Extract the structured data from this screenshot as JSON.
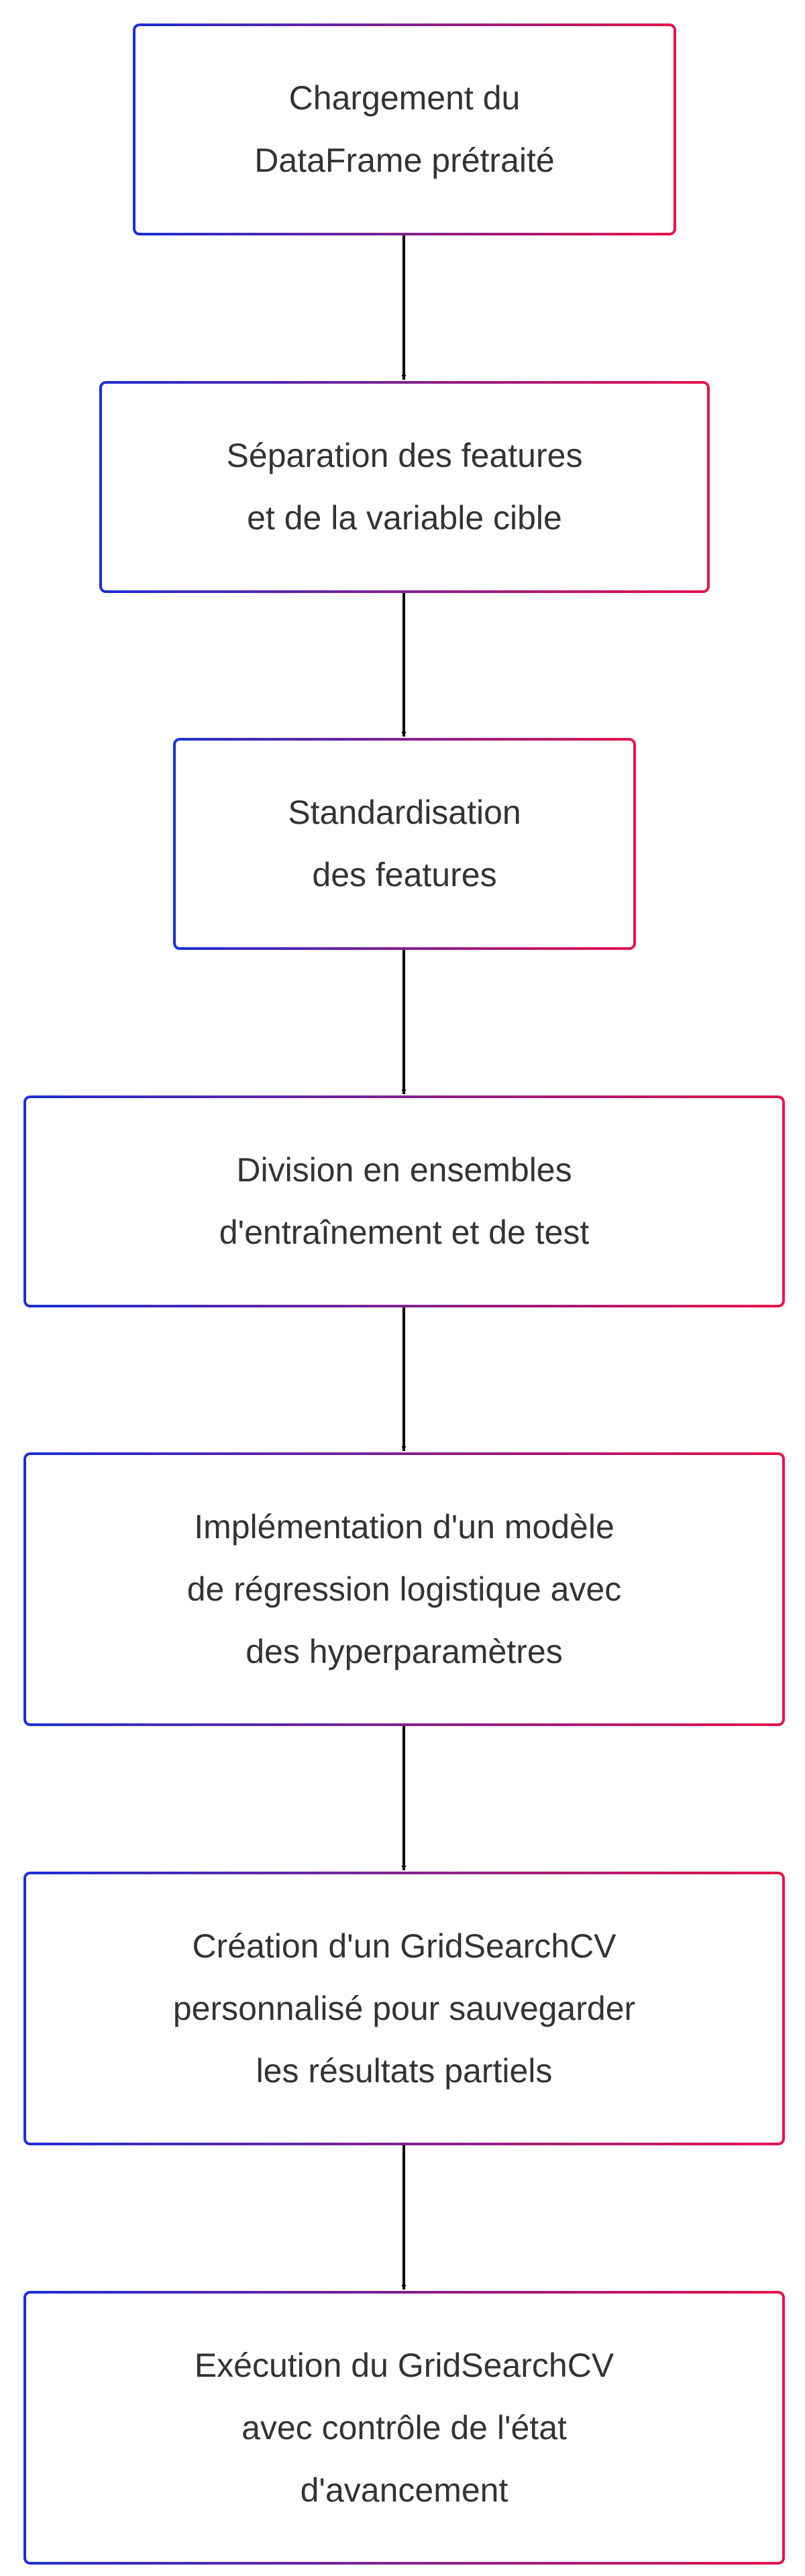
{
  "diagram": {
    "colors": {
      "node_border_start": "#1b2fd6",
      "node_border_end": "#e8124a",
      "edge": "#000000",
      "text": "#333333",
      "node_fill": "#ffffff"
    },
    "nodes": [
      {
        "label": "Chargement du\nDataFrame prétraité"
      },
      {
        "label": "Séparation des features\net de la variable cible"
      },
      {
        "label": "Standardisation\ndes features"
      },
      {
        "label": "Division en ensembles\nd'entraînement et de test"
      },
      {
        "label": "Implémentation d'un modèle\nde régression logistique avec\ndes hyperparamètres"
      },
      {
        "label": "Création d'un GridSearchCV\npersonnalisé pour sauvegarder\nles résultats partiels"
      },
      {
        "label": "Exécution du GridSearchCV\navec contrôle de l'état\nd'avancement"
      }
    ],
    "edges": [
      {
        "from": 0,
        "to": 1
      },
      {
        "from": 1,
        "to": 2
      },
      {
        "from": 2,
        "to": 3
      },
      {
        "from": 3,
        "to": 4
      },
      {
        "from": 4,
        "to": 5
      },
      {
        "from": 5,
        "to": 6
      }
    ]
  }
}
